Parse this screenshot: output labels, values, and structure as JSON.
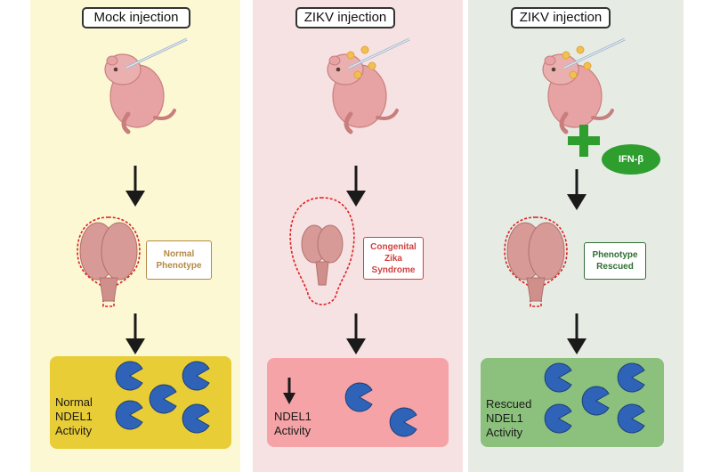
{
  "panels": [
    {
      "title": "Mock injection",
      "phenotype": "Normal\nPhenotype",
      "activity": "Normal\nNDEL1\nActivity",
      "colors": {
        "bg": "#fbf8d3",
        "box": "#e9cd37",
        "label": "#b58a45"
      }
    },
    {
      "title": "ZIKV injection",
      "phenotype": "Congenital\nZika\nSyndrome",
      "activity": "NDEL1\nActivity",
      "colors": {
        "bg": "#f7e2e3",
        "box": "#f5a3a6",
        "label": "#d23f3f"
      }
    },
    {
      "title": "ZIKV injection",
      "phenotype": "Phenotype\nRescued",
      "activity": "Rescued\nNDEL1\nActivity",
      "treatment": "IFN-β",
      "colors": {
        "bg": "#e6ece4",
        "box": "#8cc07d",
        "label": "#2f6e34"
      }
    }
  ],
  "icon_colors": {
    "pacman": "#2e63b8",
    "brain": "#d79a96",
    "mouse": "#e7a3a3",
    "virus": "#f2bf52"
  }
}
